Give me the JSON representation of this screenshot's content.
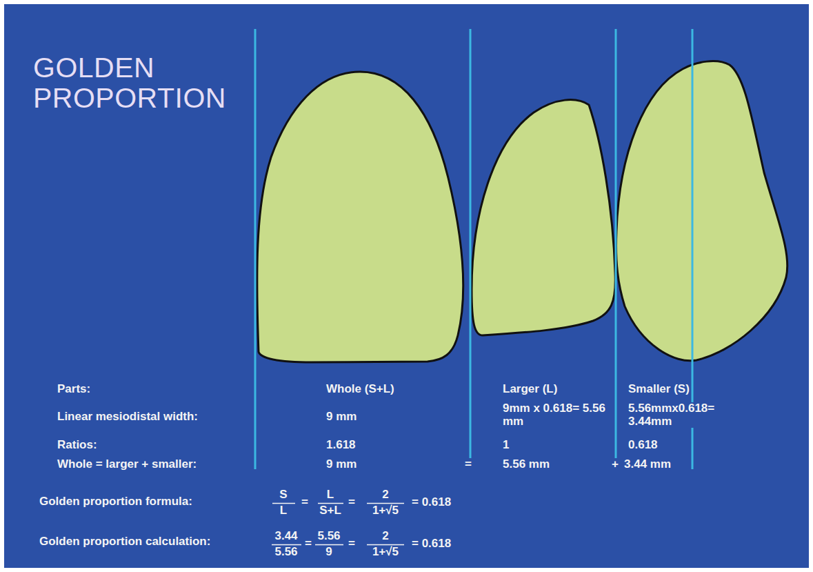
{
  "diagram": {
    "title": "GOLDEN PROPORTION",
    "labels": [
      "Parts:",
      "Whole (S+L)",
      "Larger (L)",
      "Smaller (S)",
      "Linear mesiodistal width:",
      "9 mm",
      "9mm x 0.618= 5.56 mm",
      "5.56mmx0.618= 3.44mm",
      "Ratios:",
      "1.618",
      "1",
      "0.618",
      "Whole = larger + smaller:",
      "9 mm",
      "=",
      "5.56 mm",
      "+",
      "3.44 mm",
      "Golden proportion formula:",
      "S",
      "L",
      "=",
      "L",
      "S+L",
      "=",
      "2",
      "1+√5",
      "= 0.618",
      "Golden proportion calculation:",
      "3.44",
      "5.56",
      "=",
      "5.56",
      "9",
      "=",
      "2",
      "1+√5",
      "= 0.618"
    ]
  }
}
